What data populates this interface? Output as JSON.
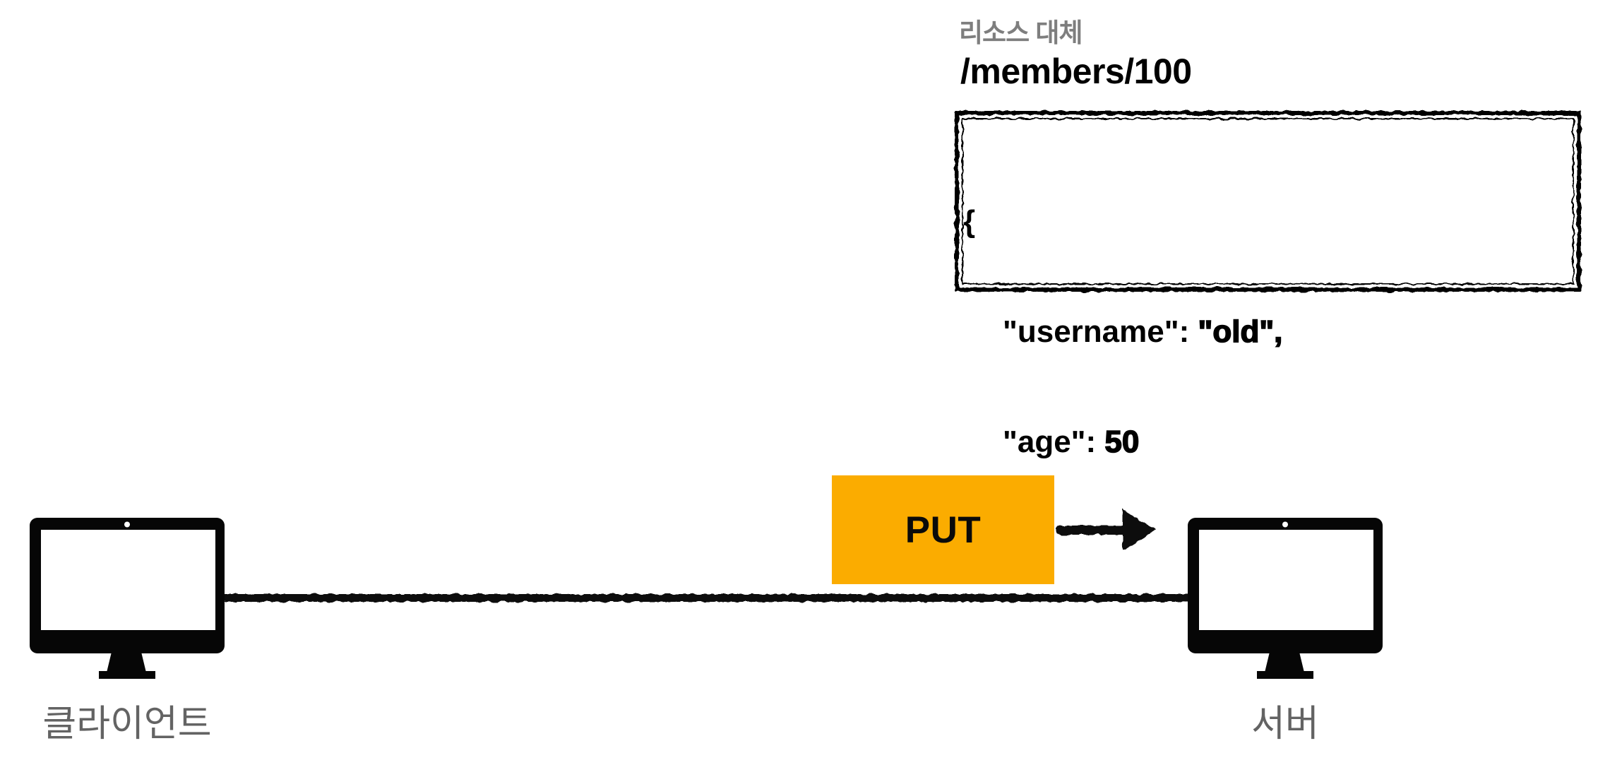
{
  "annotation": {
    "title": "리소스 대체",
    "resource_path": "/members/100",
    "body": {
      "open_brace": "{",
      "close_brace": "}",
      "lines": [
        {
          "key": "\"username\": ",
          "value": "\"old\","
        },
        {
          "key": "\"age\": ",
          "value": "50"
        }
      ]
    }
  },
  "request": {
    "method": "PUT",
    "direction": "client-to-server"
  },
  "nodes": {
    "client": {
      "label": "클라이언트",
      "icon": "desktop-monitor-icon"
    },
    "server": {
      "label": "서버",
      "icon": "desktop-monitor-icon"
    }
  },
  "colors": {
    "method_badge_bg": "#FBAC00",
    "annotation_title_gray": "#7E7E7E",
    "node_label_gray": "#636363",
    "ink_black": "#0A0A0A",
    "background": "#FFFFFF"
  }
}
